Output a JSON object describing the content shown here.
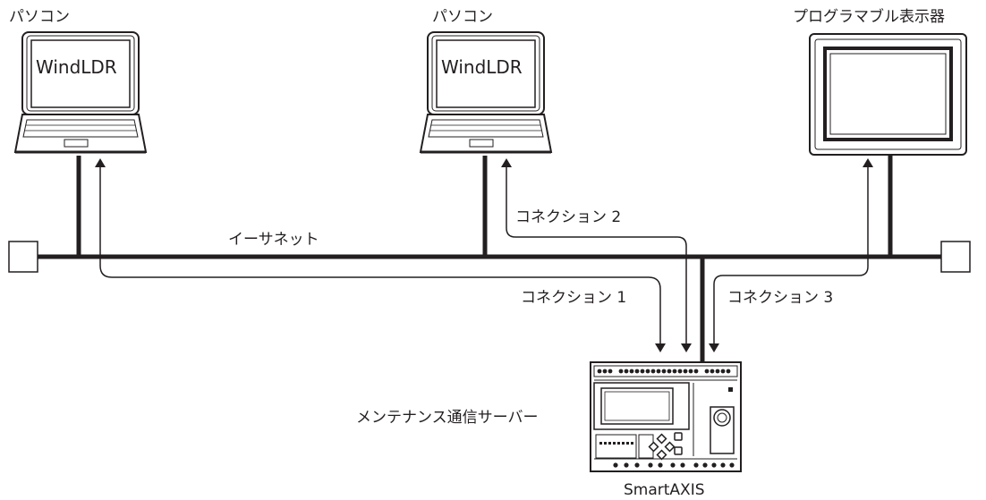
{
  "devices": {
    "pc1": {
      "title": "パソコン",
      "screen_text": "WindLDR"
    },
    "pc2": {
      "title": "パソコン",
      "screen_text": "WindLDR"
    },
    "hmi": {
      "title": "プログラマブル表示器"
    }
  },
  "network": {
    "label": "イーサネット"
  },
  "connections": [
    {
      "label": "コネクション 1"
    },
    {
      "label": "コネクション 2"
    },
    {
      "label": "コネクション 3"
    }
  ],
  "controller": {
    "role_label": "メンテナンス通信サーバー",
    "model_label": "SmartAXIS"
  }
}
